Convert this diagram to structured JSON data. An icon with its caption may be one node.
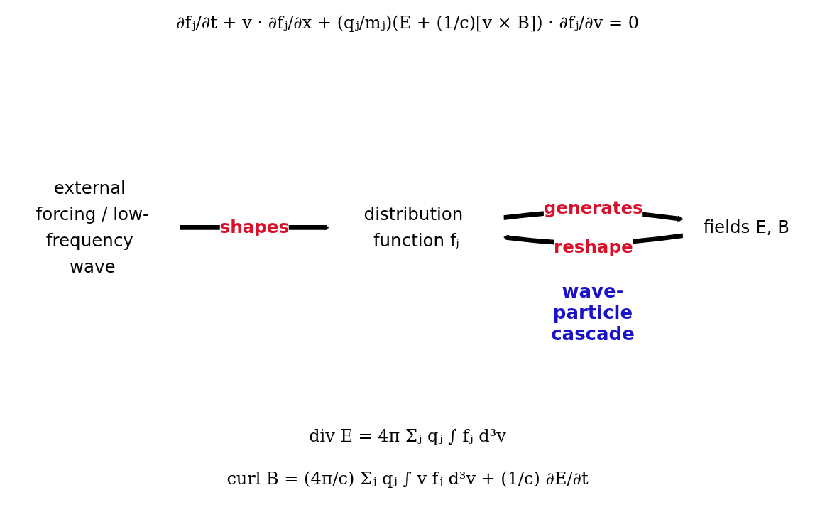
{
  "diagram": {
    "nodes": [
      {
        "text": [
          "external forcing / low-frequency wave"
        ]
      },
      {
        "text": [
          "distribution function fⱼ"
        ]
      },
      {
        "text": [
          "fields E, B"
        ]
      }
    ],
    "edges": [
      {
        "from": 0,
        "to": 1,
        "arrow": "to",
        "label": "shapes"
      },
      {
        "from": 2,
        "to": 1,
        "arrow": "to",
        "label": "reshape"
      },
      {
        "from": 1,
        "to": 2,
        "arrow": "to",
        "label": "generates"
      }
    ],
    "labels": [
      "∂fⱼ/∂t + v · ∂fⱼ/∂x + (qⱼ/mⱼ)(E + (1/c)[v × B]) · ∂fⱼ/∂v = 0",
      "wave-particle cascade",
      "div E = 4π Σⱼ qⱼ ∫ fⱼ d³v",
      "curl B = (4π/c) Σⱼ qⱼ ∫ v fⱼ d³v + (1/c) ∂E/∂t"
    ]
  }
}
